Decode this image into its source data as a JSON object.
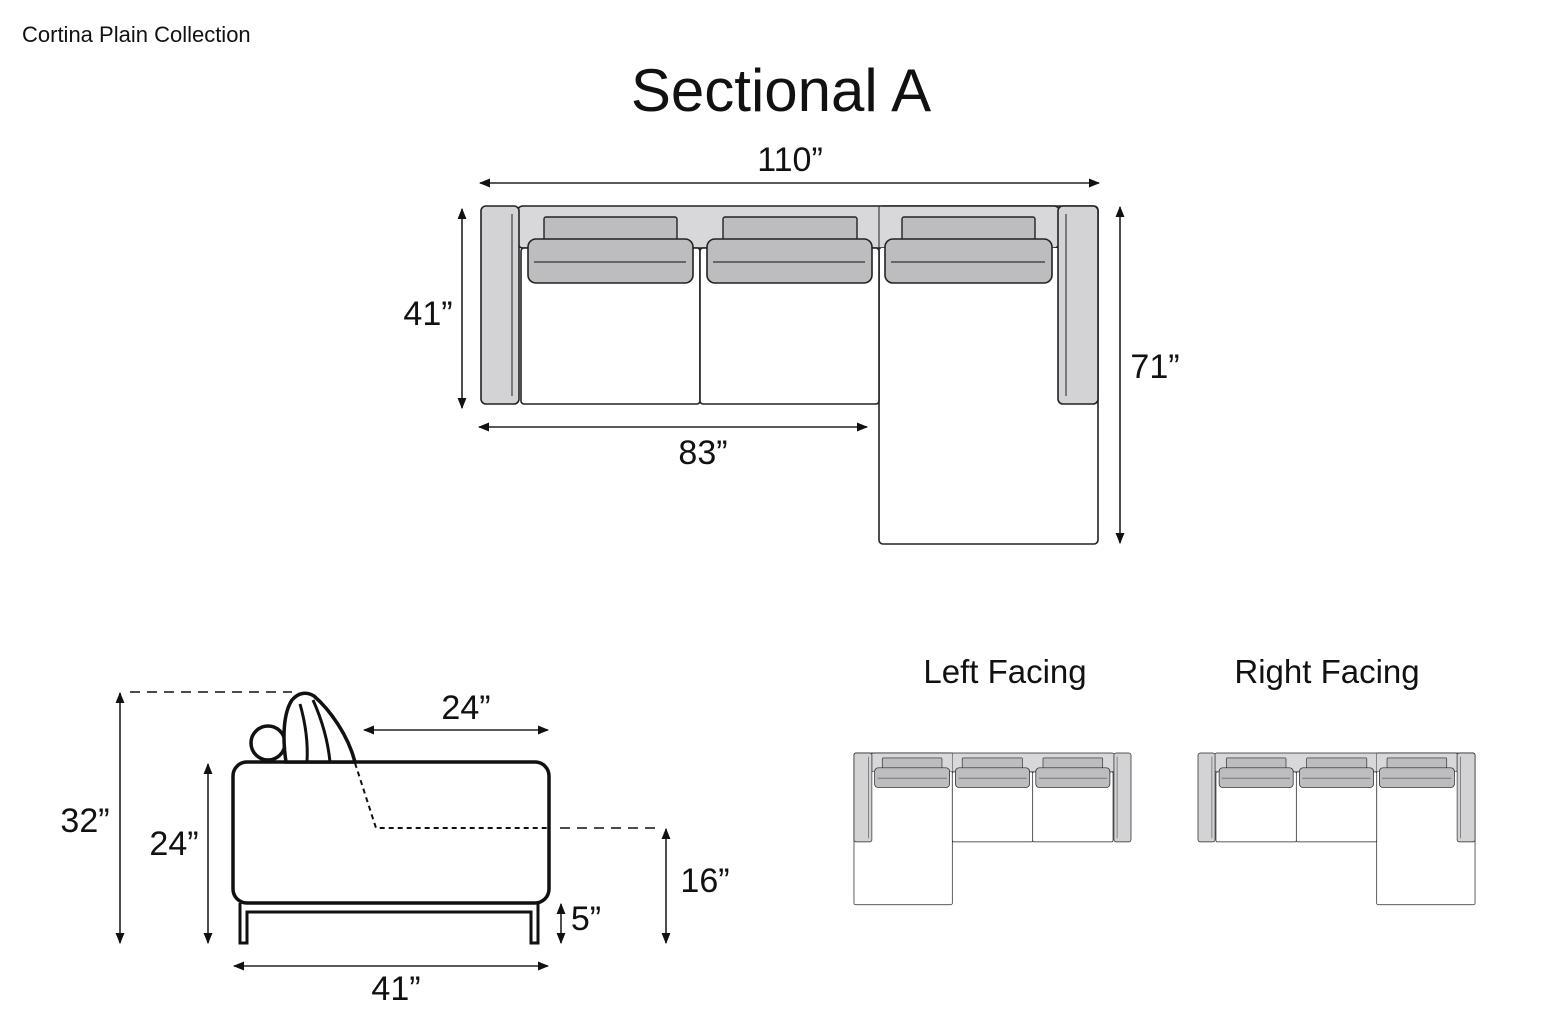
{
  "collection": "Cortina Plain Collection",
  "title": "Sectional A",
  "top_view": {
    "overall_width": "110”",
    "sofa_depth": "41”",
    "overall_depth": "71”",
    "sofa_width": "83”"
  },
  "side_view": {
    "overall_height": "32”",
    "arm_height": "24”",
    "seat_depth": "24”",
    "seat_height": "16”",
    "leg_height": "5”",
    "depth": "41”"
  },
  "configurations": [
    {
      "label": "Left Facing"
    },
    {
      "label": "Right Facing"
    }
  ],
  "colors": {
    "upholstery_gray": "#d3d3d5",
    "cushion_gray": "#bdbdbf",
    "line": "#222222"
  }
}
